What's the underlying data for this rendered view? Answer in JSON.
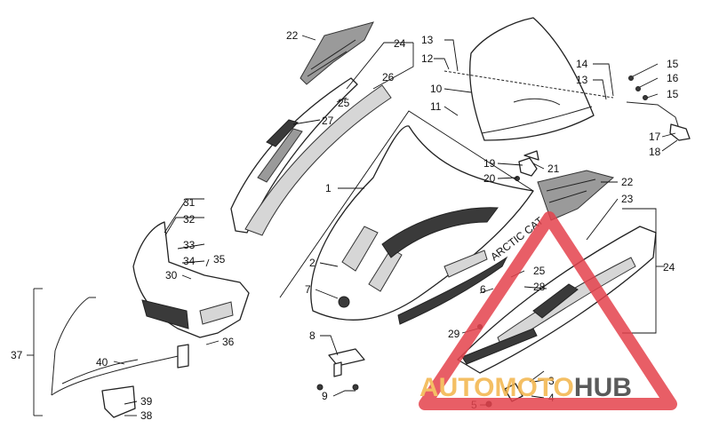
{
  "callouts": [
    "1",
    "2",
    "3",
    "4",
    "5",
    "6",
    "7",
    "8",
    "9",
    "10",
    "11",
    "12",
    "13",
    "13",
    "14",
    "15",
    "15",
    "16",
    "17",
    "18",
    "19",
    "20",
    "21",
    "22",
    "22",
    "23",
    "24",
    "24",
    "25",
    "25",
    "26",
    "27",
    "28",
    "29",
    "30",
    "31",
    "32",
    "33",
    "34",
    "35",
    "36",
    "37",
    "38",
    "39",
    "40"
  ],
  "hood_emblem_text": "ARCTIC CAT",
  "watermark": {
    "part1": "AUTO",
    "part2": "MOTO",
    "part3": "HUB",
    "colors": {
      "auto": "#f3b44a",
      "moto": "#f3b44a",
      "hub": "#3e3e3e",
      "triangle": "#e4424c"
    }
  }
}
